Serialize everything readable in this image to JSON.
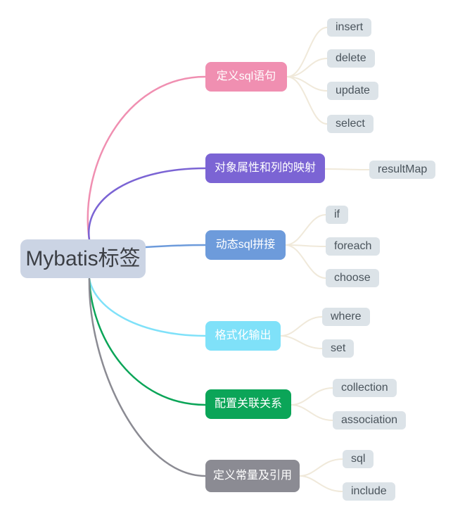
{
  "root": {
    "label": "Mybatis标签",
    "bg_color": "#cbd4e4",
    "text_color": "#3c3f45"
  },
  "branches": [
    {
      "label": "定义sql语句",
      "color": "#f08fb1",
      "text_color": "#ffffff",
      "children": [
        "insert",
        "delete",
        "update",
        "select"
      ]
    },
    {
      "label": "对象属性和列的映射",
      "color": "#7b64d4",
      "text_color": "#ffffff",
      "children": [
        "resultMap"
      ]
    },
    {
      "label": "动态sql拼接",
      "color": "#6d9bdb",
      "text_color": "#ffffff",
      "children": [
        "if",
        "foreach",
        "choose"
      ]
    },
    {
      "label": "格式化输出",
      "color": "#7fe1f9",
      "text_color": "#ffffff",
      "children": [
        "where",
        "set"
      ]
    },
    {
      "label": "配置关联关系",
      "color": "#0ba558",
      "text_color": "#ffffff",
      "children": [
        "collection",
        "association"
      ]
    },
    {
      "label": "定义常量及引用",
      "color": "#8b8b93",
      "text_color": "#ffffff",
      "children": [
        "sql",
        "include"
      ]
    }
  ],
  "leaf_style": {
    "bg_color": "#dce3e8",
    "text_color": "#4a545c"
  },
  "connector": {
    "leaf_color": "#f0e9da"
  }
}
